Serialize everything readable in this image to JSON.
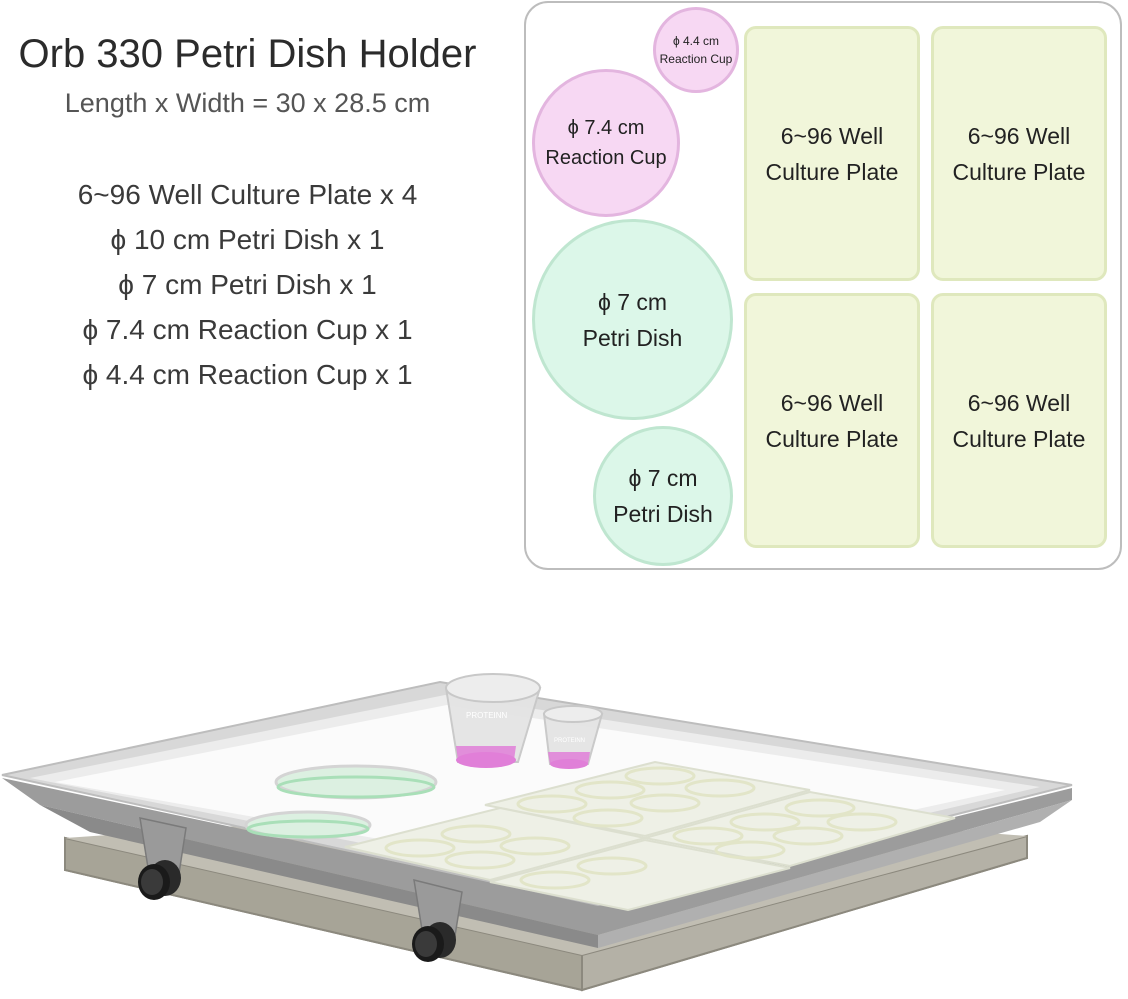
{
  "header": {
    "title": "Orb 330 Petri Dish Holder",
    "dimensions": "Length x Width = 30 x 28.5 cm"
  },
  "specs": [
    "6~96 Well Culture Plate x 4",
    "ϕ 10 cm Petri Dish x 1",
    "ϕ 7 cm Petri Dish x 1",
    "ϕ 7.4 cm Reaction Cup x 1",
    "ϕ 4.4 cm Reaction Cup x 1"
  ],
  "layout": {
    "small_cup": {
      "size": "ϕ 4.4 cm",
      "label": "Reaction Cup"
    },
    "large_cup": {
      "size": "ϕ 7.4 cm",
      "label": "Reaction Cup"
    },
    "large_dish": {
      "size": "ϕ 7 cm",
      "label": "Petri Dish"
    },
    "small_dish": {
      "size": "ϕ 7 cm",
      "label": "Petri Dish"
    },
    "plates": [
      {
        "line1": "6~96 Well",
        "line2": "Culture Plate"
      },
      {
        "line1": "6~96 Well",
        "line2": "Culture Plate"
      },
      {
        "line1": "6~96 Well",
        "line2": "Culture Plate"
      },
      {
        "line1": "6~96 Well",
        "line2": "Culture Plate"
      }
    ]
  },
  "illustration": {
    "cup_brand": "PROTEINN"
  },
  "colors": {
    "cup_fill": "#f7d8f3",
    "dish_fill": "#dcf7e9",
    "plate_fill": "#f1f6da",
    "holder_base": "#a8a598",
    "liquid": "#e07fd8"
  }
}
